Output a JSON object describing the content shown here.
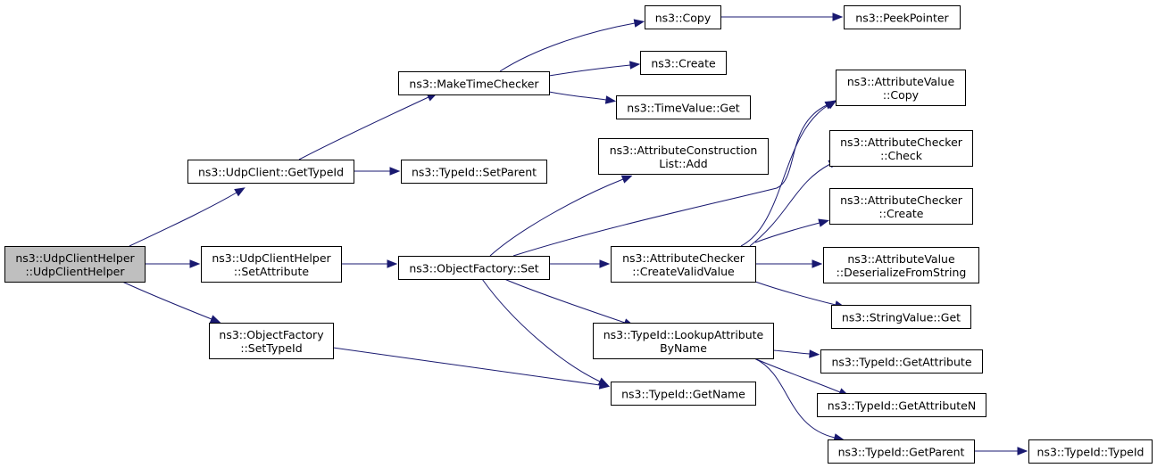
{
  "graph": {
    "nodes": [
      {
        "id": "root",
        "lines": [
          "ns3::UdpClientHelper",
          "::UdpClientHelper"
        ],
        "highlight": true
      },
      {
        "id": "getTypeId",
        "lines": [
          "ns3::UdpClient::GetTypeId"
        ]
      },
      {
        "id": "helperSetAttr",
        "lines": [
          "ns3::UdpClientHelper",
          "::SetAttribute"
        ]
      },
      {
        "id": "ofSetTypeId",
        "lines": [
          "ns3::ObjectFactory",
          "::SetTypeId"
        ]
      },
      {
        "id": "makeTimeChecker",
        "lines": [
          "ns3::MakeTimeChecker"
        ]
      },
      {
        "id": "tidSetParent",
        "lines": [
          "ns3::TypeId::SetParent"
        ]
      },
      {
        "id": "ofSet",
        "lines": [
          "ns3::ObjectFactory::Set"
        ]
      },
      {
        "id": "copy",
        "lines": [
          "ns3::Copy"
        ]
      },
      {
        "id": "create",
        "lines": [
          "ns3::Create"
        ]
      },
      {
        "id": "timeValueGet",
        "lines": [
          "ns3::TimeValue::Get"
        ]
      },
      {
        "id": "acListAdd",
        "lines": [
          "ns3::AttributeConstruction",
          "List::Add"
        ]
      },
      {
        "id": "createValidValue",
        "lines": [
          "ns3::AttributeChecker",
          "::CreateValidValue"
        ]
      },
      {
        "id": "lookupAttr",
        "lines": [
          "ns3::TypeId::LookupAttribute",
          "ByName"
        ]
      },
      {
        "id": "tidGetName",
        "lines": [
          "ns3::TypeId::GetName"
        ]
      },
      {
        "id": "peekPointer",
        "lines": [
          "ns3::PeekPointer"
        ]
      },
      {
        "id": "avCopy",
        "lines": [
          "ns3::AttributeValue",
          "::Copy"
        ]
      },
      {
        "id": "acCheck",
        "lines": [
          "ns3::AttributeChecker",
          "::Check"
        ]
      },
      {
        "id": "acCreate",
        "lines": [
          "ns3::AttributeChecker",
          "::Create"
        ]
      },
      {
        "id": "avDeserialize",
        "lines": [
          "ns3::AttributeValue",
          "::DeserializeFromString"
        ]
      },
      {
        "id": "stringValueGet",
        "lines": [
          "ns3::StringValue::Get"
        ]
      },
      {
        "id": "tidGetAttribute",
        "lines": [
          "ns3::TypeId::GetAttribute"
        ]
      },
      {
        "id": "tidGetAttributeN",
        "lines": [
          "ns3::TypeId::GetAttributeN"
        ]
      },
      {
        "id": "tidGetParent",
        "lines": [
          "ns3::TypeId::GetParent"
        ]
      },
      {
        "id": "tidTypeId",
        "lines": [
          "ns3::TypeId::TypeId"
        ]
      }
    ],
    "edges": [
      [
        "root",
        "getTypeId"
      ],
      [
        "root",
        "helperSetAttr"
      ],
      [
        "root",
        "ofSetTypeId"
      ],
      [
        "getTypeId",
        "makeTimeChecker"
      ],
      [
        "getTypeId",
        "tidSetParent"
      ],
      [
        "makeTimeChecker",
        "copy"
      ],
      [
        "makeTimeChecker",
        "create"
      ],
      [
        "makeTimeChecker",
        "timeValueGet"
      ],
      [
        "copy",
        "peekPointer"
      ],
      [
        "helperSetAttr",
        "ofSet"
      ],
      [
        "ofSet",
        "acListAdd"
      ],
      [
        "ofSet",
        "avCopy"
      ],
      [
        "ofSet",
        "createValidValue"
      ],
      [
        "ofSet",
        "lookupAttr"
      ],
      [
        "ofSet",
        "tidGetName"
      ],
      [
        "ofSetTypeId",
        "tidGetName"
      ],
      [
        "createValidValue",
        "avCopy"
      ],
      [
        "createValidValue",
        "acCheck"
      ],
      [
        "createValidValue",
        "acCreate"
      ],
      [
        "createValidValue",
        "avDeserialize"
      ],
      [
        "createValidValue",
        "stringValueGet"
      ],
      [
        "lookupAttr",
        "tidGetAttribute"
      ],
      [
        "lookupAttr",
        "tidGetAttributeN"
      ],
      [
        "lookupAttr",
        "tidGetParent"
      ],
      [
        "tidGetParent",
        "tidTypeId"
      ]
    ]
  }
}
